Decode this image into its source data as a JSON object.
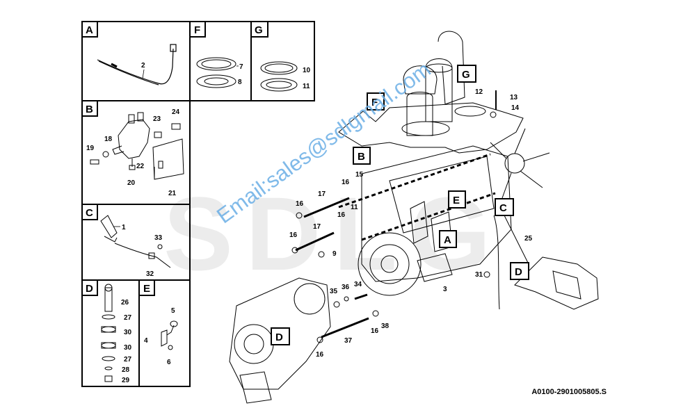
{
  "watermark": {
    "brand": "SDLG",
    "email": "Email:sales@sdlgmail.com"
  },
  "figure_ref": "A0100-2901005805.S",
  "panels": {
    "A": {
      "letter": "A",
      "callouts": [
        "2"
      ]
    },
    "F": {
      "letter": "F",
      "callouts": [
        "7",
        "8"
      ]
    },
    "G": {
      "letter": "G",
      "callouts": [
        "10",
        "11"
      ]
    },
    "B": {
      "letter": "B",
      "callouts": [
        "23",
        "24",
        "18",
        "19",
        "22",
        "20",
        "21"
      ]
    },
    "C": {
      "letter": "C",
      "callouts": [
        "1",
        "33",
        "32"
      ]
    },
    "D": {
      "letter": "D",
      "callouts": [
        "26",
        "27",
        "30",
        "30",
        "27",
        "28",
        "29"
      ]
    },
    "E": {
      "letter": "E",
      "callouts": [
        "5",
        "4",
        "6"
      ]
    }
  },
  "main_boxes": [
    "F",
    "G",
    "B",
    "E",
    "C",
    "A",
    "D",
    "D"
  ],
  "main_callouts": [
    "12",
    "13",
    "14",
    "15",
    "16",
    "17",
    "16",
    "11",
    "16",
    "17",
    "16",
    "9",
    "25",
    "31",
    "3",
    "35",
    "36",
    "34",
    "16",
    "38",
    "37",
    "16"
  ]
}
